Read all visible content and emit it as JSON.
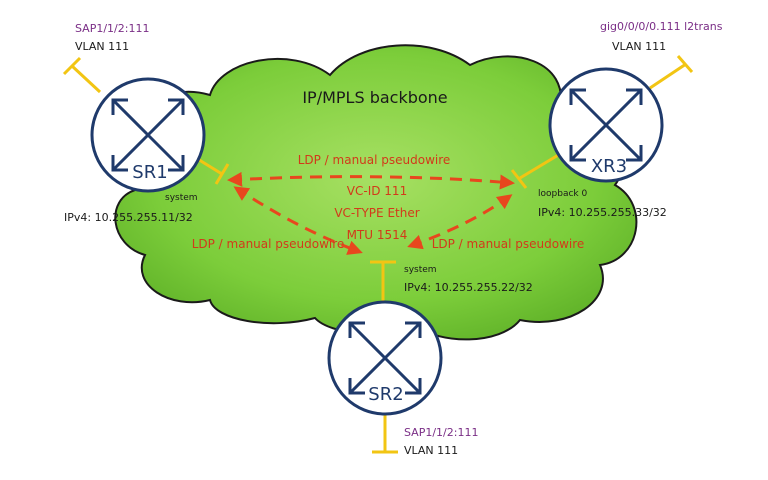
{
  "cloud": {
    "title": "IP/MPLS backbone",
    "fill": "#7ccd3a",
    "fill_light": "#a6df5e"
  },
  "routers": [
    {
      "id": "sr1",
      "label": "SR1"
    },
    {
      "id": "xr3",
      "label": "XR3"
    },
    {
      "id": "sr2",
      "label": "SR2"
    }
  ],
  "sr1": {
    "sap": "SAP1/1/2:111",
    "vlan": "VLAN 111",
    "iface": "system",
    "ipv4": "IPv4: 10.255.255.11/32"
  },
  "xr3": {
    "sap": "gig0/0/0/0.111 l2trans",
    "vlan": "VLAN 111",
    "iface": "loopback 0",
    "ipv4": "IPv4: 10.255.255.33/32"
  },
  "sr2": {
    "sap": "SAP1/1/2:111",
    "vlan": "VLAN 111",
    "iface": "system",
    "ipv4": "IPv4: 10.255.255.22/32"
  },
  "pseudowire": {
    "top_label": "LDP / manual pseudowire",
    "left_label": "LDP / manual pseudowire",
    "right_label": "LDP / manual pseudowire",
    "vc_id": "VC-ID 111",
    "vc_type": "VC-TYPE Ether",
    "mtu": "MTU 1514"
  },
  "colors": {
    "router_stroke": "#1f3a6b",
    "arrow": "#e8471e",
    "pw_text": "#d23a1a",
    "sap_text": "#7a2e86",
    "port": "#f2c513",
    "ink": "#1a1a1a"
  }
}
